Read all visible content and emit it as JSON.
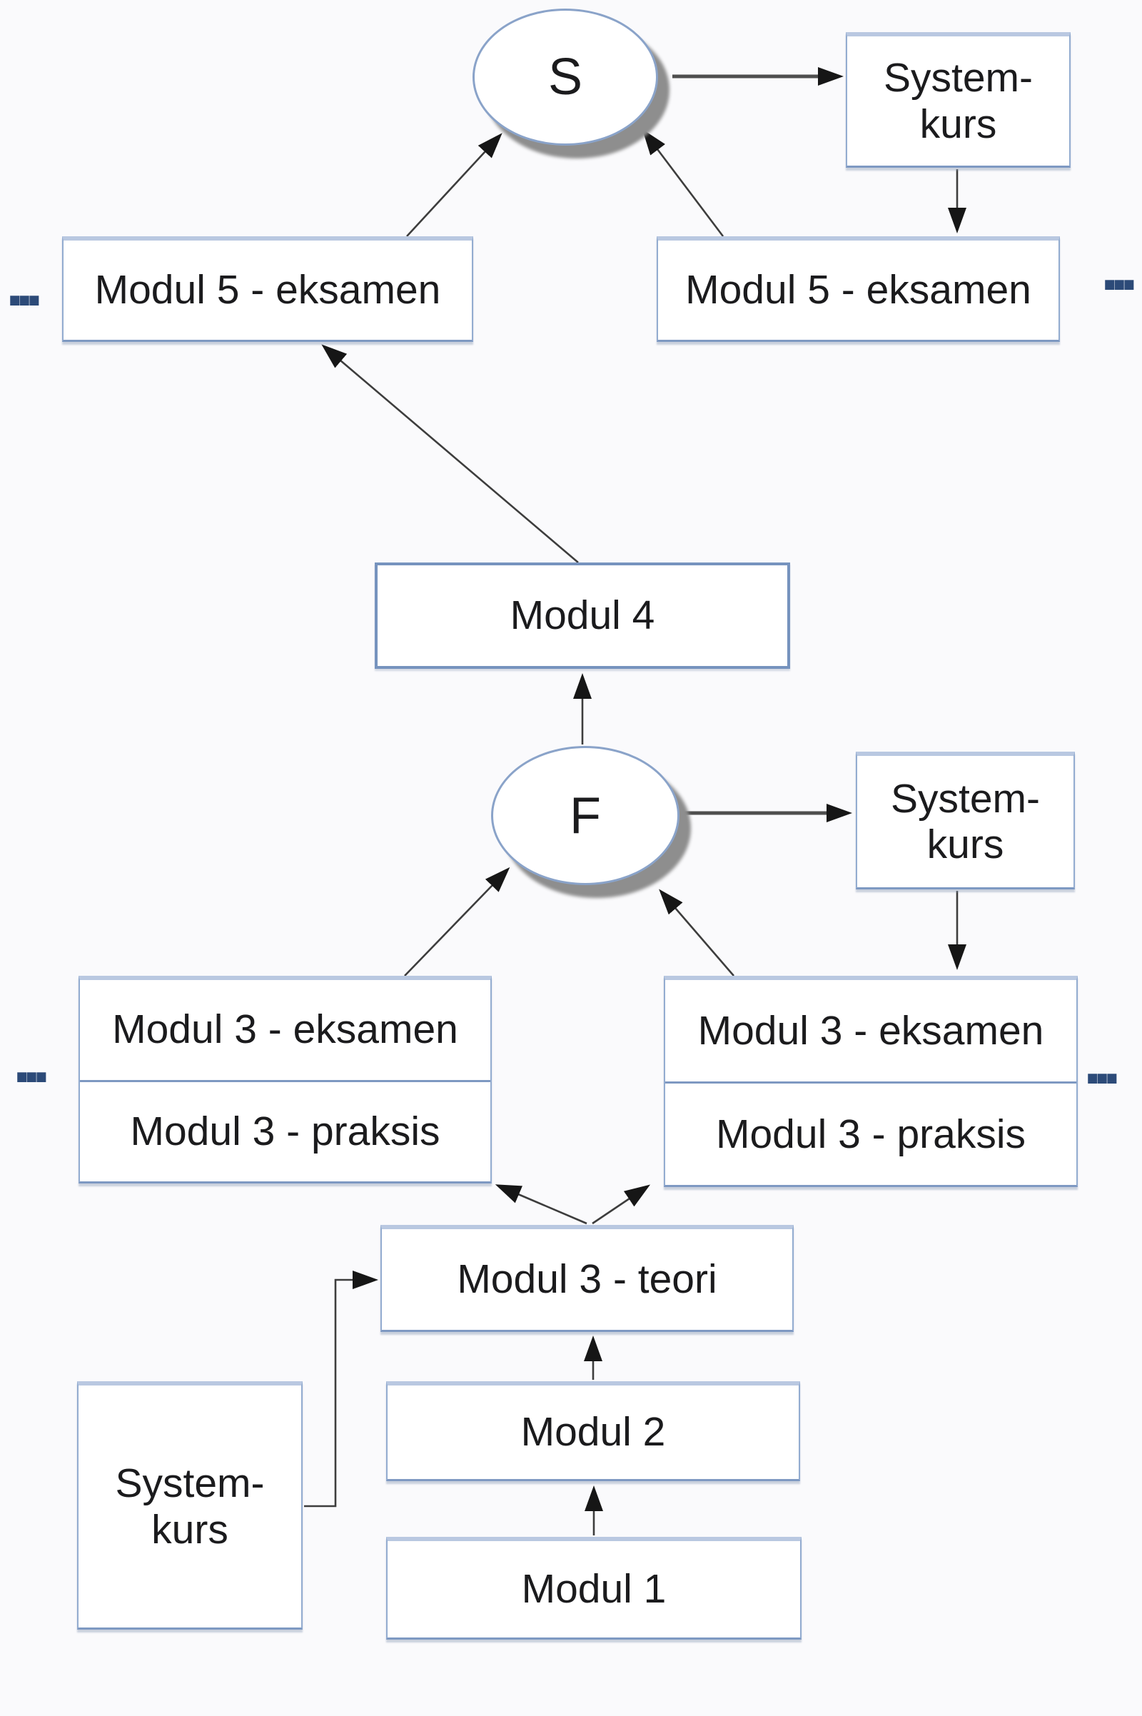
{
  "diagram": {
    "background_color": "#fafafc",
    "box_border_color": "#93acd0",
    "strong_border_color": "#7693be",
    "arrow_color": "#3d3d3d",
    "dots_color": "#2c4a78",
    "ellipsis": "...",
    "nodes": {
      "ellipse_s": {
        "label": "S"
      },
      "ellipse_f": {
        "label": "F"
      },
      "systemkurs_top": {
        "lines": [
          "System-",
          "kurs"
        ]
      },
      "systemkurs_mid": {
        "lines": [
          "System-",
          "kurs"
        ]
      },
      "systemkurs_bottom": {
        "lines": [
          "System-",
          "kurs"
        ]
      },
      "modul5_left": {
        "label": "Modul 5 - eksamen"
      },
      "modul5_right": {
        "label": "Modul 5 - eksamen"
      },
      "modul4": {
        "label": "Modul 4"
      },
      "modul3_left": {
        "rows": [
          "Modul 3 - eksamen",
          "Modul 3 - praksis"
        ]
      },
      "modul3_right": {
        "rows": [
          "Modul 3 - eksamen",
          "Modul 3 - praksis"
        ]
      },
      "modul3_teori": {
        "label": "Modul 3 - teori"
      },
      "modul2": {
        "label": "Modul 2"
      },
      "modul1": {
        "label": "Modul 1"
      }
    }
  }
}
